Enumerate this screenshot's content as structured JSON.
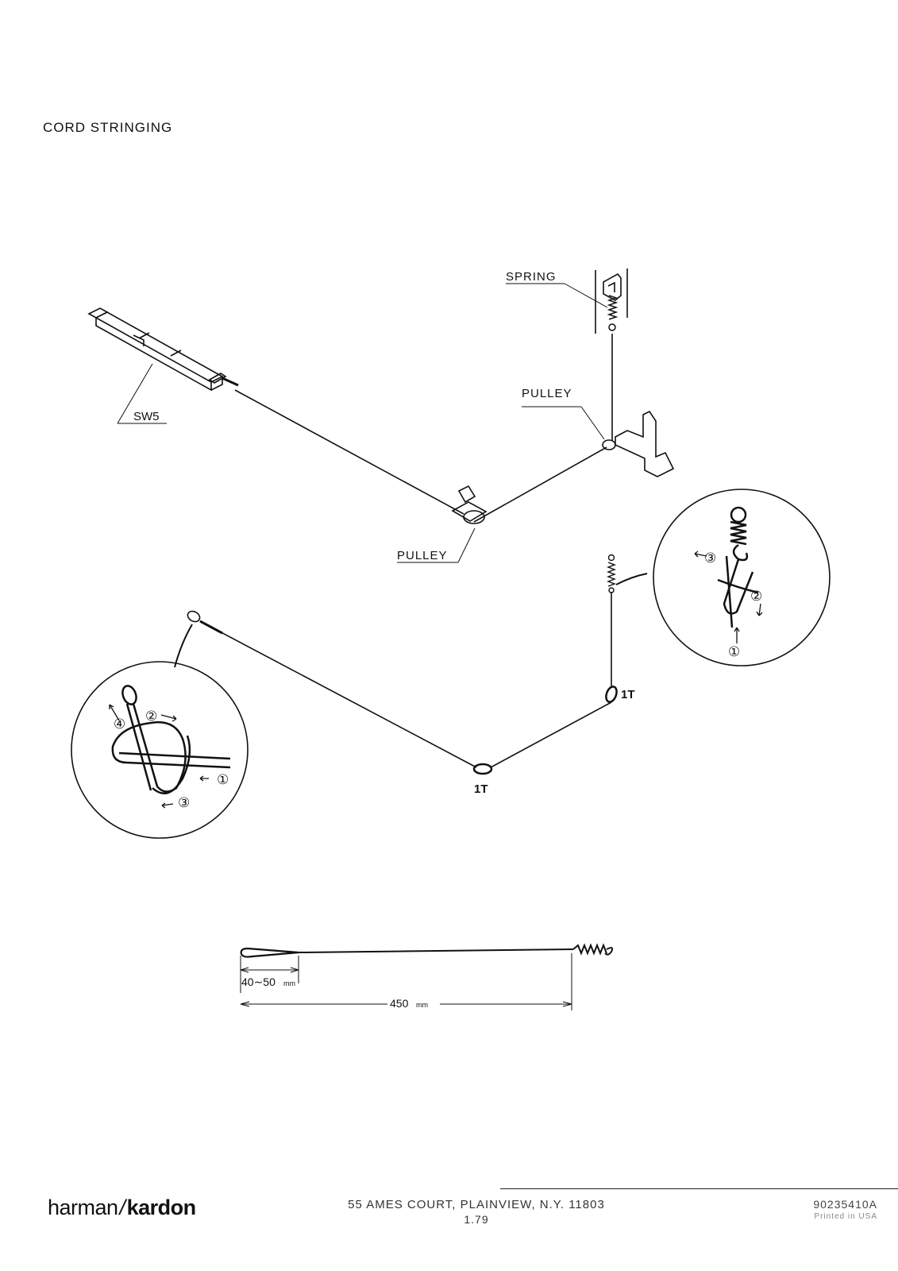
{
  "page": {
    "title": "CORD STRINGING"
  },
  "labels": {
    "spring": "SPRING",
    "pulley_upper": "PULLEY",
    "pulley_lower": "PULLEY",
    "sw5": "SW5",
    "turn_right": "1T",
    "turn_bottom": "1T"
  },
  "knot_left": {
    "steps": [
      "①",
      "②",
      "③",
      "④"
    ]
  },
  "knot_right": {
    "steps": [
      "①",
      "②",
      "③"
    ]
  },
  "dimensions": {
    "loop_length": "40∼50",
    "loop_unit": "mm",
    "total_length": "450",
    "total_unit": "mm"
  },
  "footer": {
    "brand_a": "harman",
    "brand_b": "kardon",
    "address": "55 AMES COURT, PLAINVIEW, N.Y. 11803",
    "date": "1.79",
    "part_code": "90235410A",
    "printed": "Printed in USA"
  }
}
